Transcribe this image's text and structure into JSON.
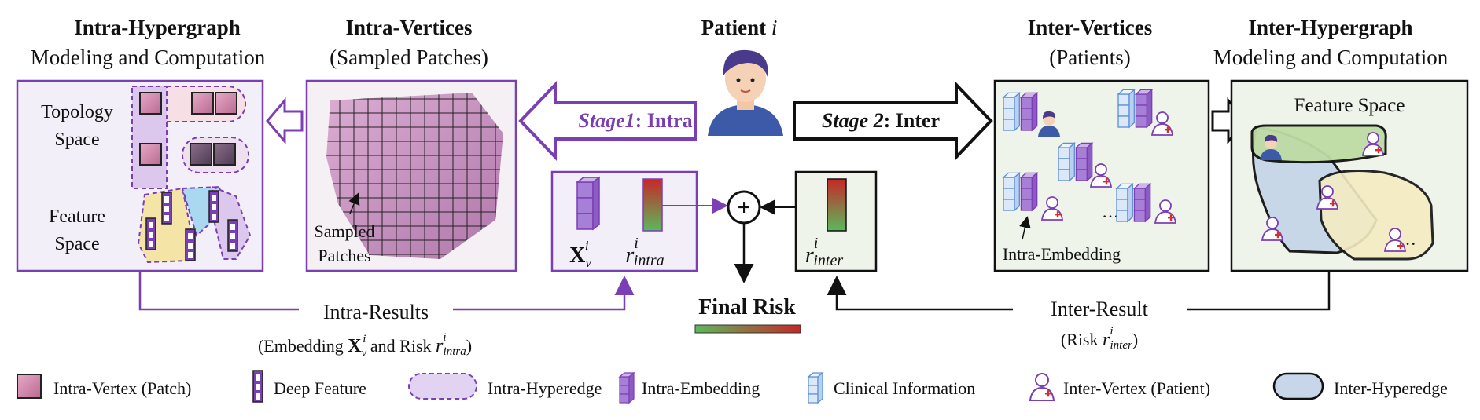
{
  "patient": {
    "label": "Patient",
    "index": "i"
  },
  "intra_hypergraph": {
    "title": "Intra-Hypergraph",
    "subtitle": "Modeling and Computation",
    "topology": "Topology",
    "topology2": "Space",
    "feature": "Feature",
    "feature2": "Space"
  },
  "intra_vertices": {
    "title": "Intra-Vertices",
    "subtitle": "(Sampled Patches)",
    "sampled": "Sampled",
    "patches": "Patches"
  },
  "stage1": {
    "italic": "Stage1",
    "rest": ": Intra"
  },
  "stage2": {
    "italic": "Stage 2",
    "rest": ": Inter"
  },
  "inter_vertices": {
    "title": "Inter-Vertices",
    "subtitle": "(Patients)",
    "embedding_label": "Intra-Embedding",
    "dots": "···"
  },
  "inter_hypergraph": {
    "title": "Inter-Hypergraph",
    "subtitle": "Modeling and Computation",
    "feature_space": "Feature Space",
    "dots": "···"
  },
  "intra_box": {
    "xv": "X",
    "xv_sub": "v",
    "xv_sup": "i",
    "r": "r",
    "r_sup": "i",
    "r_sub": "intra"
  },
  "inter_box": {
    "r": "r",
    "r_sup": "i",
    "r_sub": "inter"
  },
  "final_risk": "Final Risk",
  "plus": "+",
  "intra_results": {
    "title": "Intra-Results",
    "line2_a": "(Embedding ",
    "line2_x": "X",
    "line2_xsub": "v",
    "line2_xsup": "i",
    "line2_b": " and Risk ",
    "line2_r": "r",
    "line2_rsup": "i",
    "line2_rsub": "intra",
    "line2_c": ")"
  },
  "inter_result": {
    "title": "Inter-Result",
    "line2_a": "(Risk ",
    "line2_r": "r",
    "line2_rsup": "i",
    "line2_rsub": "inter",
    "line2_c": ")"
  },
  "legend": [
    {
      "icon": "patch-icon",
      "label": "Intra-Vertex (Patch)"
    },
    {
      "icon": "deep-feature-icon",
      "label": "Deep Feature"
    },
    {
      "icon": "intra-hyperedge-icon",
      "label": "Intra-Hyperedge"
    },
    {
      "icon": "intra-embedding-icon",
      "label": "Intra-Embedding"
    },
    {
      "icon": "clinical-information-icon",
      "label": "Clinical Information"
    },
    {
      "icon": "inter-vertex-icon",
      "label": "Inter-Vertex (Patient)"
    },
    {
      "icon": "inter-hyperedge-icon",
      "label": "Inter-Hyperedge"
    }
  ],
  "colors": {
    "purple": "#7b3fb5",
    "light_purple": "#efe9f7",
    "light_green": "#eef4ea",
    "blue": "#5b8ed8",
    "pink": "#c2568f",
    "gradient_low": "#5cb85c",
    "gradient_high": "#c62828"
  }
}
